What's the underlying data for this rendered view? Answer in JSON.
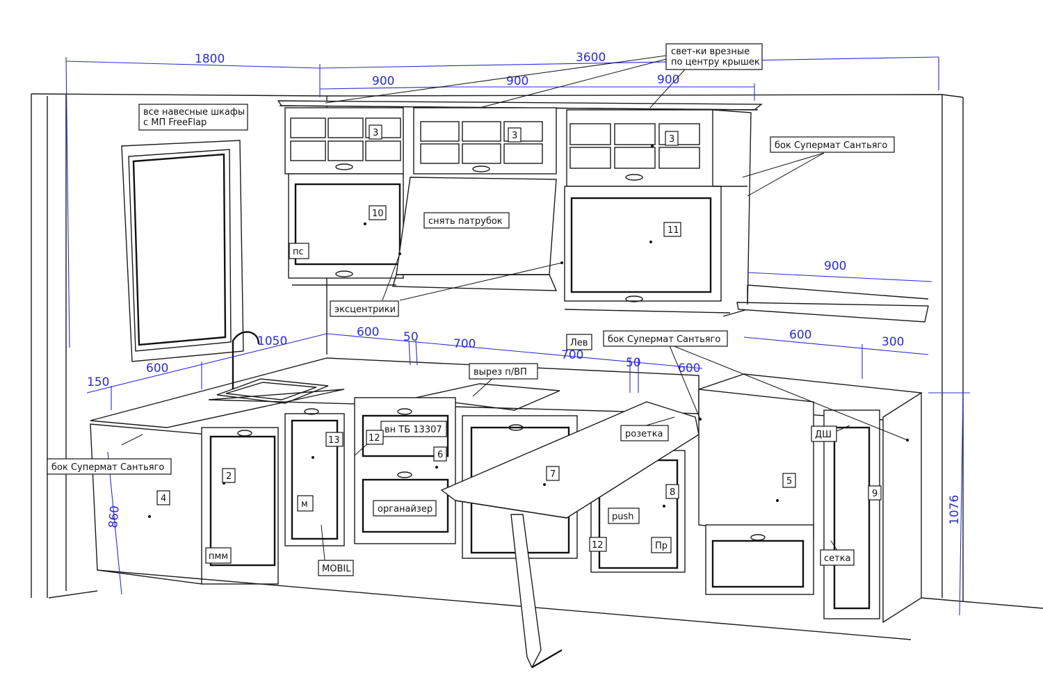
{
  "colors": {
    "dimension": "#2b2bd0",
    "line": "#1a1a1a",
    "background": "#ffffff"
  },
  "dimensions": {
    "d1800": "1800",
    "d3600": "3600",
    "d900a": "900",
    "d900b": "900",
    "d900c": "900",
    "d900shelf": "900",
    "d600shelf": "600",
    "d300shelf": "300",
    "d150": "150",
    "d600sink": "600",
    "d1050": "1050",
    "d600mid": "600",
    "d50a": "50",
    "d700a": "700",
    "d700b": "700",
    "d50b": "50",
    "d600right": "600",
    "d860": "860",
    "d1076": "1076"
  },
  "labels": {
    "lights": "свет-ки врезные\nпо центру крышек",
    "freeflap": "все навесные шкафы\nс МП FreeFlap",
    "side_panel_top": "бок Супермат Сантьяго",
    "side_panel_mid": "бок Супермат Сантьяго",
    "side_panel_left": "бок Супермат Сантьяго",
    "remove_pipe": "снять патрубок",
    "eccentrics": "эксцентрики",
    "ps": "пс",
    "lev": "Лев",
    "cutout": "вырез п/ВП",
    "socket": "розетка",
    "bn_tb": "вн ТБ 13307",
    "organizer": "органайзер",
    "pmm": "пмм",
    "m": "м",
    "mobil": "MOBIL",
    "push": "push",
    "pr": "Пр",
    "dsh": "ДШ",
    "grid": "сетка"
  },
  "numbers": {
    "n3a": "3",
    "n3b": "3",
    "n3c": "3",
    "n10": "10",
    "n11": "11",
    "n2": "2",
    "n4": "4",
    "n13": "13",
    "n12a": "12",
    "n6": "6",
    "n7": "7",
    "n8": "8",
    "n12b": "12",
    "n5": "5",
    "n9": "9"
  }
}
